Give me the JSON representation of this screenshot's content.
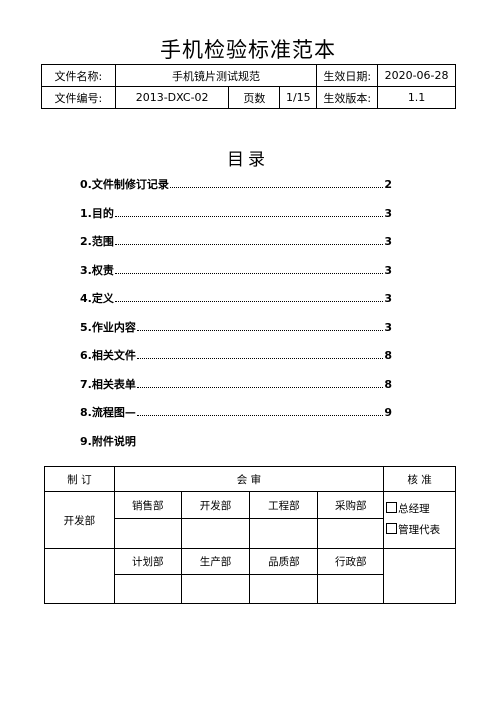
{
  "document": {
    "title": "手机检验标准范本"
  },
  "info_table": {
    "file_name_label": "文件名称:",
    "file_name": "手机镜片测试规范",
    "effective_date_label": "生效日期:",
    "effective_date": "2020-06-28",
    "file_no_label": "文件编号:",
    "file_no": "2013-DXC-02",
    "pages_label": "页数",
    "pages": "1/15",
    "version_label": "生效版本:",
    "version": "1.1"
  },
  "toc": {
    "heading": "目录",
    "items": [
      {
        "label": "0.文件制修订记录",
        "page": "2"
      },
      {
        "label": "1.目的",
        "page": "3"
      },
      {
        "label": "2.范围",
        "page": "3"
      },
      {
        "label": "3.权责",
        "page": "3"
      },
      {
        "label": "4.定义",
        "page": "3"
      },
      {
        "label": "5.作业内容",
        "page": "3"
      },
      {
        "label": "6.相关文件",
        "page": "8"
      },
      {
        "label": "7.相关表单",
        "page": "8"
      },
      {
        "label": "8.流程图—",
        "page": "9"
      },
      {
        "label": "9.附件说明",
        "page": ""
      }
    ]
  },
  "approval_table": {
    "drafted_label": "制  订",
    "review_label": "会    审",
    "approve_label": "核  准",
    "drafter_dept": "开发部",
    "review_depts_row1": [
      "销售部",
      "开发部",
      "工程部",
      "采购部"
    ],
    "review_depts_row2": [
      "计划部",
      "生产部",
      "品质部",
      "行政部"
    ],
    "approvers": [
      "总经理",
      "管理代表"
    ]
  }
}
